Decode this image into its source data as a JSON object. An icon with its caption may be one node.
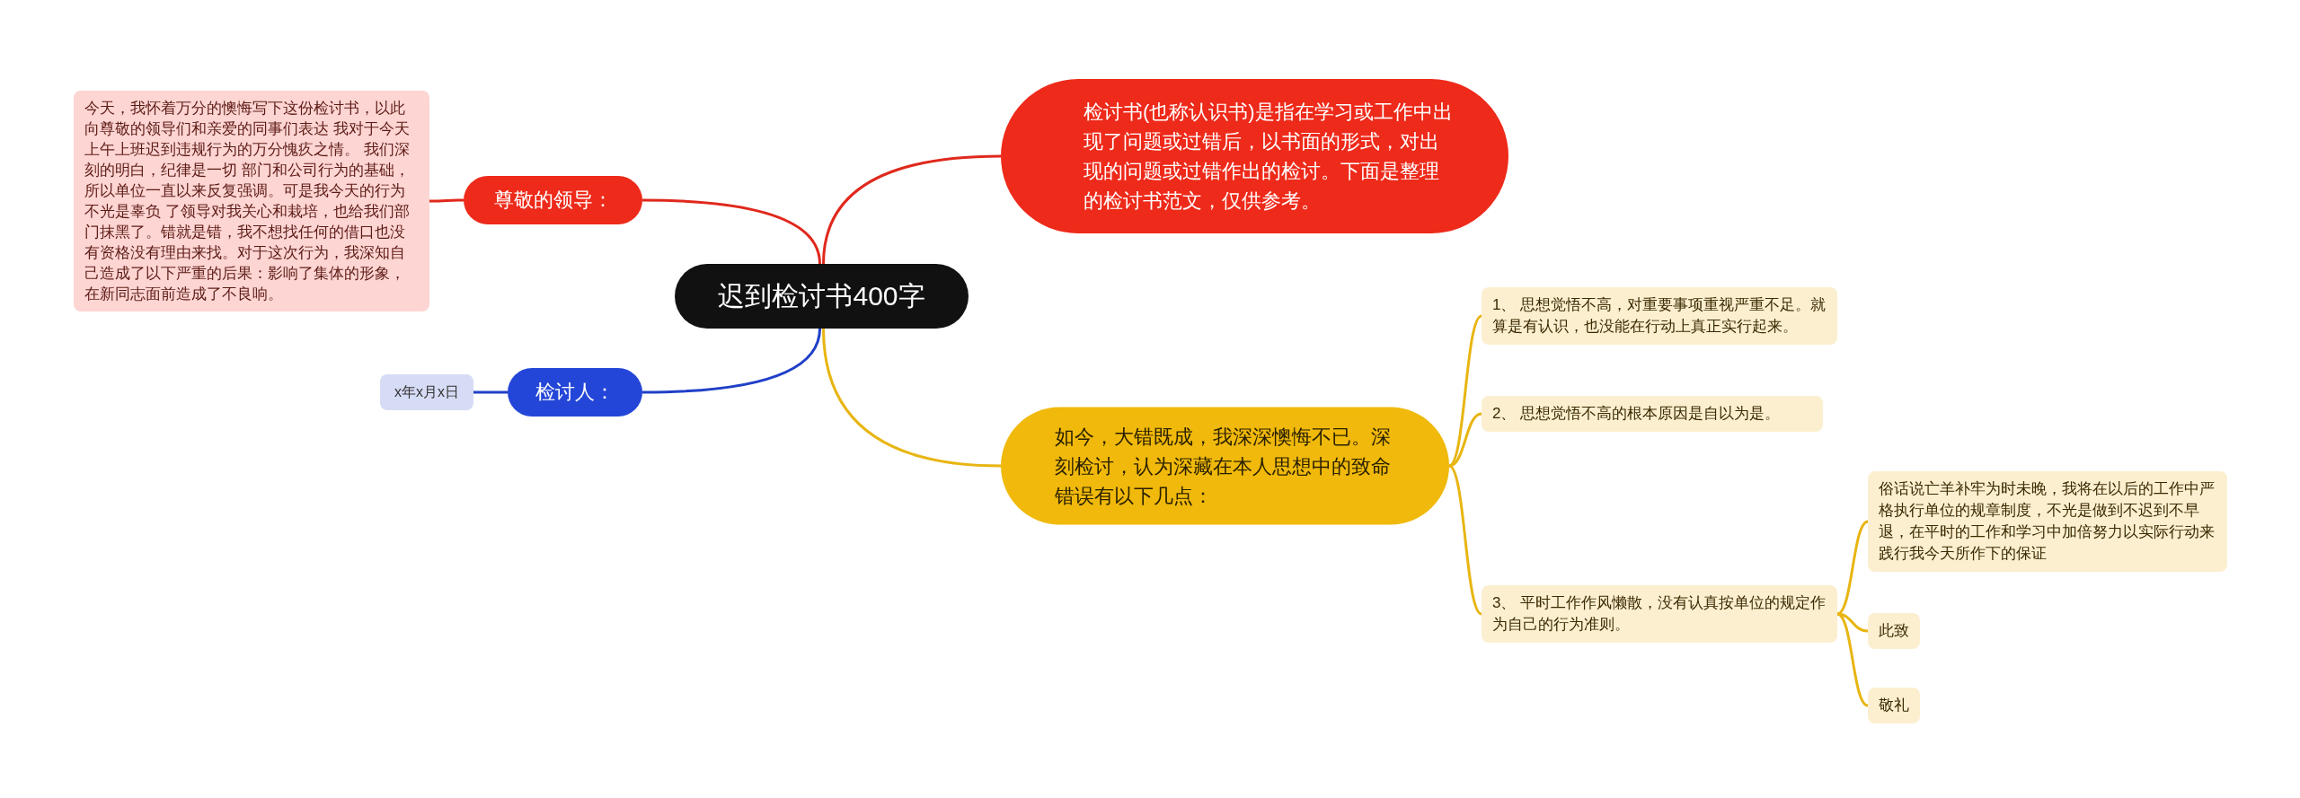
{
  "diagram": {
    "nodes": [
      {
        "text": [
          "迟到检讨书400字"
        ]
      },
      {
        "text": [
          "检讨书(也称认识书)是指在学习或工作中出现了问题或过错后，以书面的形式，对出现的问题或过错作出的检讨。下面是整理的检讨书范文，仅供参考。"
        ]
      },
      {
        "text": [
          "尊敬的领导："
        ]
      },
      {
        "text": [
          "今天，我怀着万分的懊悔写下这份检讨书，以此向尊敬的领导们和亲爱的同事们表达 我对于今天上午上班迟到违规行为的万分愧疚之情。 我们深刻的明白，纪律是一切 部门和公司行为的基础，所以单位一直以来反复强调。可是我今天的行为不光是辜负 了领导对我关心和栽培，也给我们部门抹黑了。错就是错，我不想找任何的借口也没有资格没有理由来找。对于这次行为，我深知自己造成了以下严重的后果：影响了集体的形象，在新同志面前造成了不良响。"
        ]
      },
      {
        "text": [
          "检讨人："
        ]
      },
      {
        "text": [
          "x年x月x日"
        ]
      },
      {
        "text": [
          "如今，大错既成，我深深懊悔不已。深刻检讨，认为深藏在本人思想中的致命错误有以下几点："
        ]
      },
      {
        "text": [
          "1、 思想觉悟不高，对重要事项重视严重不足。就算是有认识，也没能在行动上真正实行起来。"
        ]
      },
      {
        "text": [
          "2、 思想觉悟不高的根本原因是自以为是。"
        ]
      },
      {
        "text": [
          "3、 平时工作作风懒散，没有认真按单位的规定作为自己的行为准则。"
        ]
      },
      {
        "text": [
          "俗话说亡羊补牢为时未晚，我将在以后的工作中严格执行单位的规章制度，不光是做到不迟到不早退，在平时的工作和学习中加倍努力以实际行动来践行我今天所作下的保证"
        ]
      },
      {
        "text": [
          "此致"
        ]
      },
      {
        "text": [
          "敬礼"
        ]
      }
    ],
    "edges": [
      {
        "from": 0,
        "to": 1,
        "arrow": "none",
        "color": "#e0281c"
      },
      {
        "from": 0,
        "to": 2,
        "arrow": "none",
        "color": "#e0281c"
      },
      {
        "from": 2,
        "to": 3,
        "arrow": "none",
        "color": "#e0281c"
      },
      {
        "from": 0,
        "to": 4,
        "arrow": "none",
        "color": "#2040c8"
      },
      {
        "from": 4,
        "to": 5,
        "arrow": "none",
        "color": "#2040c8"
      },
      {
        "from": 0,
        "to": 6,
        "arrow": "none"
      },
      {
        "from": 6,
        "to": 7,
        "arrow": "none"
      },
      {
        "from": 6,
        "to": 8,
        "arrow": "none"
      },
      {
        "from": 6,
        "to": 9,
        "arrow": "none"
      },
      {
        "from": 9,
        "to": 10,
        "arrow": "none"
      },
      {
        "from": 9,
        "to": 11,
        "arrow": "none"
      },
      {
        "from": 9,
        "to": 12,
        "arrow": "none"
      }
    ]
  }
}
